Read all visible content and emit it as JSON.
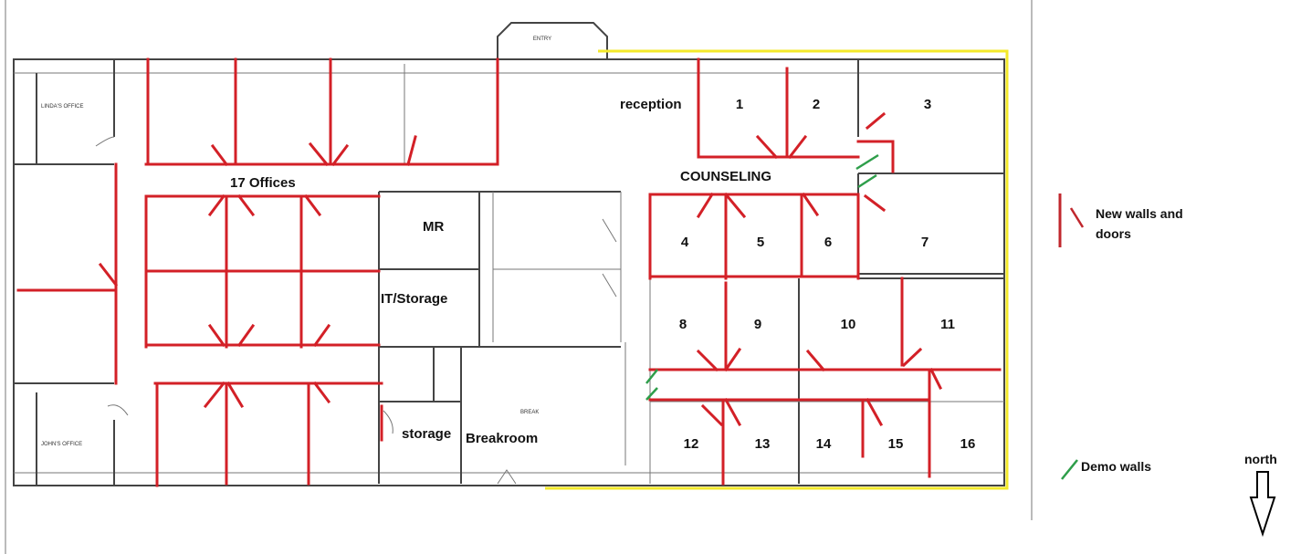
{
  "plan": {
    "labels": {
      "entry": "ENTRY",
      "lindas_office": "LINDA'S OFFICE",
      "johns_office": "JOHN'S OFFICE",
      "break": "BREAK",
      "offices_17": "17 Offices",
      "reception": "reception",
      "counseling": "COUNSELING",
      "mr": "MR",
      "it_storage": "IT/Storage",
      "storage": "storage",
      "breakroom": "Breakroom"
    },
    "rooms": [
      "1",
      "2",
      "3",
      "4",
      "5",
      "6",
      "7",
      "8",
      "9",
      "10",
      "11",
      "12",
      "13",
      "14",
      "15",
      "16"
    ]
  },
  "legend": {
    "new_walls": "New walls and",
    "new_walls_2": "doors",
    "demo_walls": "Demo walls",
    "north": "north"
  },
  "colors": {
    "new": "#d32027",
    "demo": "#2e9e4a",
    "boundary": "#f3e92a"
  }
}
